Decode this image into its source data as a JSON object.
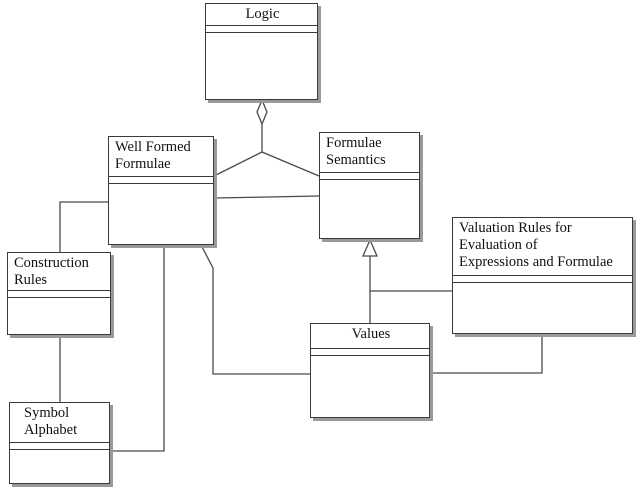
{
  "diagram": {
    "classes": {
      "logic": "Logic",
      "well_formed_formulae": "Well Formed\nFormulae",
      "formulae_semantics": "Formulae\nSemantics",
      "construction_rules": "Construction\nRules",
      "valuation_rules": "Valuation Rules for\nEvaluation of\nExpressions and Formulae",
      "values": "Values",
      "symbol_alphabet": "Symbol\nAlphabet"
    },
    "relationships": [
      {
        "from": "well_formed_formulae",
        "to": "logic",
        "type": "aggregation"
      },
      {
        "from": "formulae_semantics",
        "to": "logic",
        "type": "aggregation"
      },
      {
        "from": "well_formed_formulae",
        "to": "formulae_semantics",
        "type": "association"
      },
      {
        "from": "well_formed_formulae",
        "to": "construction_rules",
        "type": "association"
      },
      {
        "from": "construction_rules",
        "to": "symbol_alphabet",
        "type": "association"
      },
      {
        "from": "well_formed_formulae",
        "to": "symbol_alphabet",
        "type": "association"
      },
      {
        "from": "well_formed_formulae",
        "to": "values",
        "type": "association"
      },
      {
        "from": "values",
        "to": "formulae_semantics",
        "type": "generalization"
      },
      {
        "from": "valuation_rules",
        "to": "formulae_semantics",
        "type": "generalization"
      },
      {
        "from": "values",
        "to": "valuation_rules",
        "type": "association"
      }
    ]
  }
}
